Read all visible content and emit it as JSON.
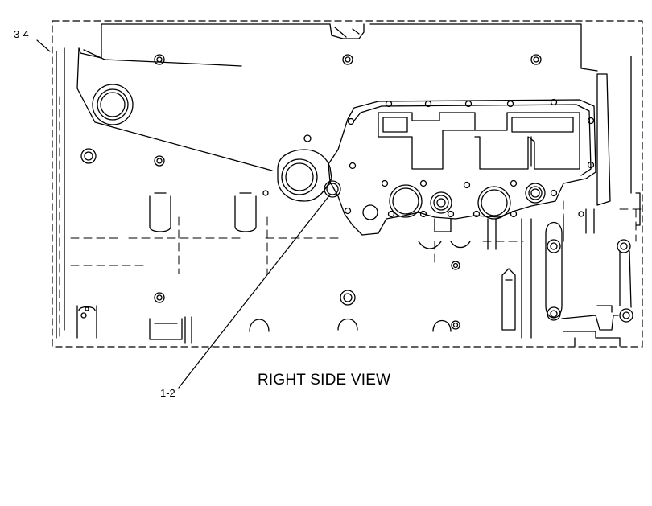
{
  "callouts": {
    "top_left": "3-4",
    "bottom": "1-2"
  },
  "caption": "RIGHT SIDE VIEW",
  "colors": {
    "line": "#000000",
    "background": "#ffffff"
  }
}
